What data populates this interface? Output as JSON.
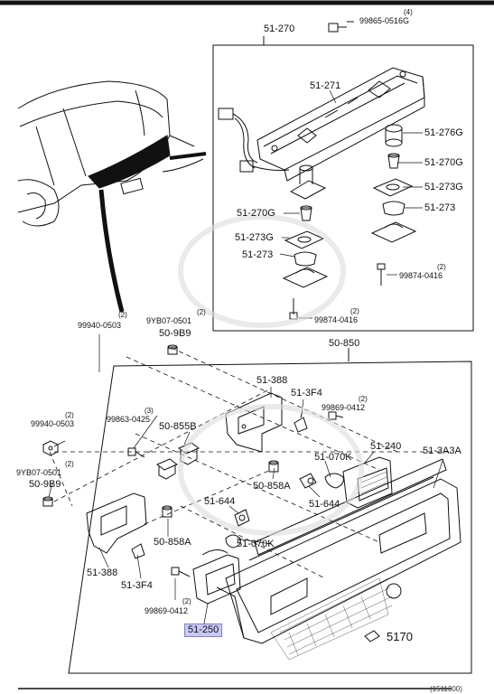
{
  "diagram": {
    "parts": {
      "p51270": "51-270",
      "p51271": "51-271",
      "p51276G": "51-276G",
      "p51270G_r": "51-270G",
      "p51273G_r": "51-273G",
      "p51273_r": "51-273",
      "p51270G_l": "51-270G",
      "p51273G_l": "51-273G",
      "p51273_l": "51-273",
      "p99874_r": "99874-0416",
      "q99874_r": "(2)",
      "p99874_l": "99874-0416",
      "q99874_l": "(2)",
      "p99865": "99865-0516G",
      "q99865": "(4)",
      "p99940_t": "99940-0503",
      "q99940_t": "(2)",
      "p9YB07_t": "9YB07-0501",
      "q9YB07_t": "(2)",
      "p509B9_t": "50-9B9",
      "p50850": "50-850",
      "p51388_t": "51-388",
      "p513F4_t": "51-3F4",
      "p99869_t": "99869-0412",
      "q99869_t": "(2)",
      "p99863": "99863-0425",
      "q99863": "(3)",
      "p50855B": "50-855B",
      "p99940_l": "99940-0503",
      "q99940_l": "(2)",
      "p9YB07_l": "9YB07-0501",
      "q9YB07_l": "(2)",
      "p509B9_l": "50-9B9",
      "p51070K_r": "51-070K",
      "p51240": "51-240",
      "p513A3A": "51-3A3A",
      "p50858A_r": "50-858A",
      "p51644_r": "51-644",
      "p51644_l": "51-644",
      "p50858A_l": "50-858A",
      "p51070K_l": "51-070K",
      "p51388_l": "51-388",
      "p513F4_l": "51-3F4",
      "p99869_l": "99869-0412",
      "q99869_l": "(2)",
      "p51250": "51-250",
      "p5170": "5170"
    },
    "footer_ref": "(1511300)"
  }
}
